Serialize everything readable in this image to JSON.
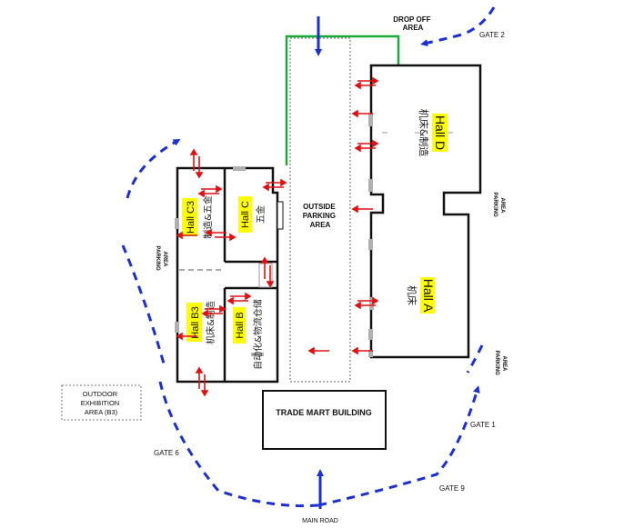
{
  "halls": {
    "d": {
      "name": "Hall D",
      "sub": "机床&制造"
    },
    "a": {
      "name": "Hall A",
      "sub": "机床"
    },
    "c3": {
      "name": "Hall C3",
      "sub": "制造&五金"
    },
    "c": {
      "name": "Hall C",
      "sub": "五金"
    },
    "b3": {
      "name": "Hall B3",
      "sub": "机床&制造"
    },
    "b": {
      "name": "Hall B",
      "sub": "自动化&物流仓储"
    }
  },
  "areas": {
    "drop_off": [
      "DROP OFF",
      "AREA"
    ],
    "outside_parking": [
      "OUTSIDE",
      "PARKING",
      "AREA"
    ],
    "trade_mart": "TRADE MART BUILDING",
    "outdoor_exhibition": [
      "OUTDOOR",
      "EXHIBITION",
      "AREA (B3)"
    ],
    "parking_left": [
      "PARKING",
      "AREA"
    ],
    "parking_right_upper": [
      "PARKING",
      "AREA"
    ],
    "parking_right_lower": [
      "PARKING",
      "AREA"
    ]
  },
  "gates": {
    "gate2": "GATE 2",
    "gate1": "GATE 1",
    "gate6": "GATE 6",
    "gate9": "GATE 9"
  },
  "road": "MAIN ROAD",
  "colors": {
    "wall": "#111111",
    "arrow_red": "#e01010",
    "route_blue": "#1a2fd6",
    "green_path": "#1aaa3a",
    "hall_highlight": "#ffff00",
    "door_gray": "#b0b0b0"
  }
}
